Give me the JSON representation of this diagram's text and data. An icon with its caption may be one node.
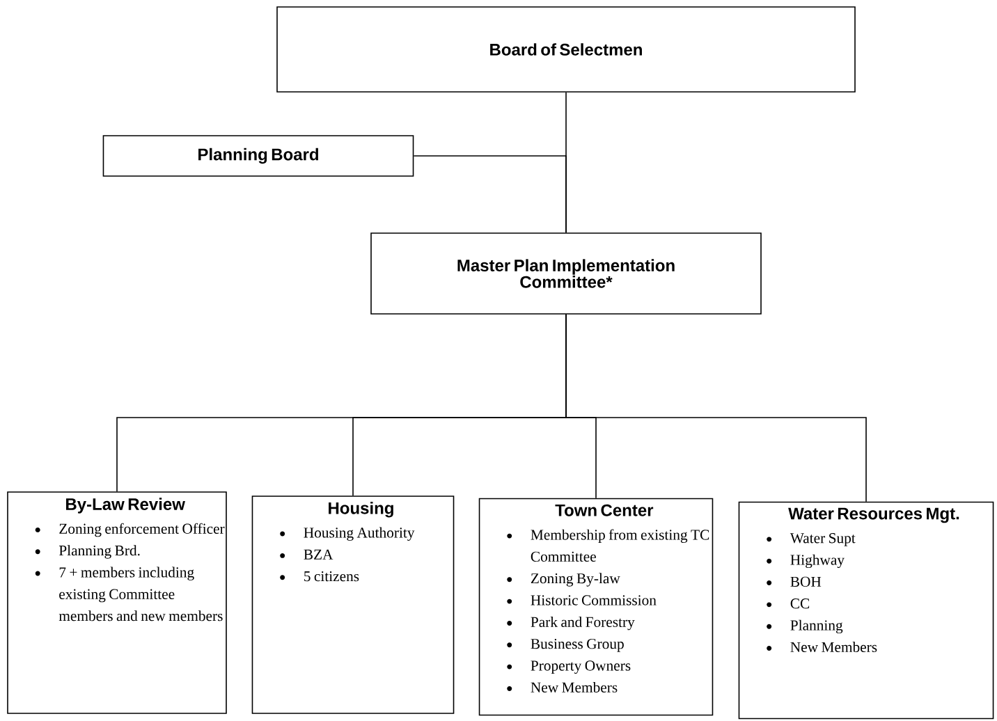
{
  "diagram": {
    "nodes": [
      {
        "text": [
          "Board of Selectmen"
        ]
      },
      {
        "text": [
          "Planning Board"
        ]
      },
      {
        "text": [
          "Master Plan Implementation Committee*"
        ]
      },
      {
        "text": [
          "By-Law Review",
          "Zoning enforcement Officer",
          "Planning Brd.",
          "7 + members including existing Committee members and new members"
        ]
      },
      {
        "text": [
          "Housing",
          "Housing Authority",
          "BZA",
          "5 citizens"
        ]
      },
      {
        "text": [
          "Town Center",
          "Membership from existing TC Committee",
          "Zoning By-law",
          "Historic Commission",
          "Park and Forestry",
          "Business Group",
          "Property Owners",
          "New Members"
        ]
      },
      {
        "text": [
          "Water Resources Mgt.",
          "Water Supt",
          "Highway",
          "BOH",
          "CC",
          "Planning",
          "New Members"
        ]
      }
    ],
    "edges": [
      {
        "from": 0,
        "to": 2,
        "arrow": "none"
      },
      {
        "from": 1,
        "to": 2,
        "arrow": "none"
      },
      {
        "from": 2,
        "to": 3,
        "arrow": "none"
      },
      {
        "from": 2,
        "to": 4,
        "arrow": "none"
      },
      {
        "from": 2,
        "to": 5,
        "arrow": "none"
      },
      {
        "from": 2,
        "to": 6,
        "arrow": "none"
      }
    ]
  }
}
